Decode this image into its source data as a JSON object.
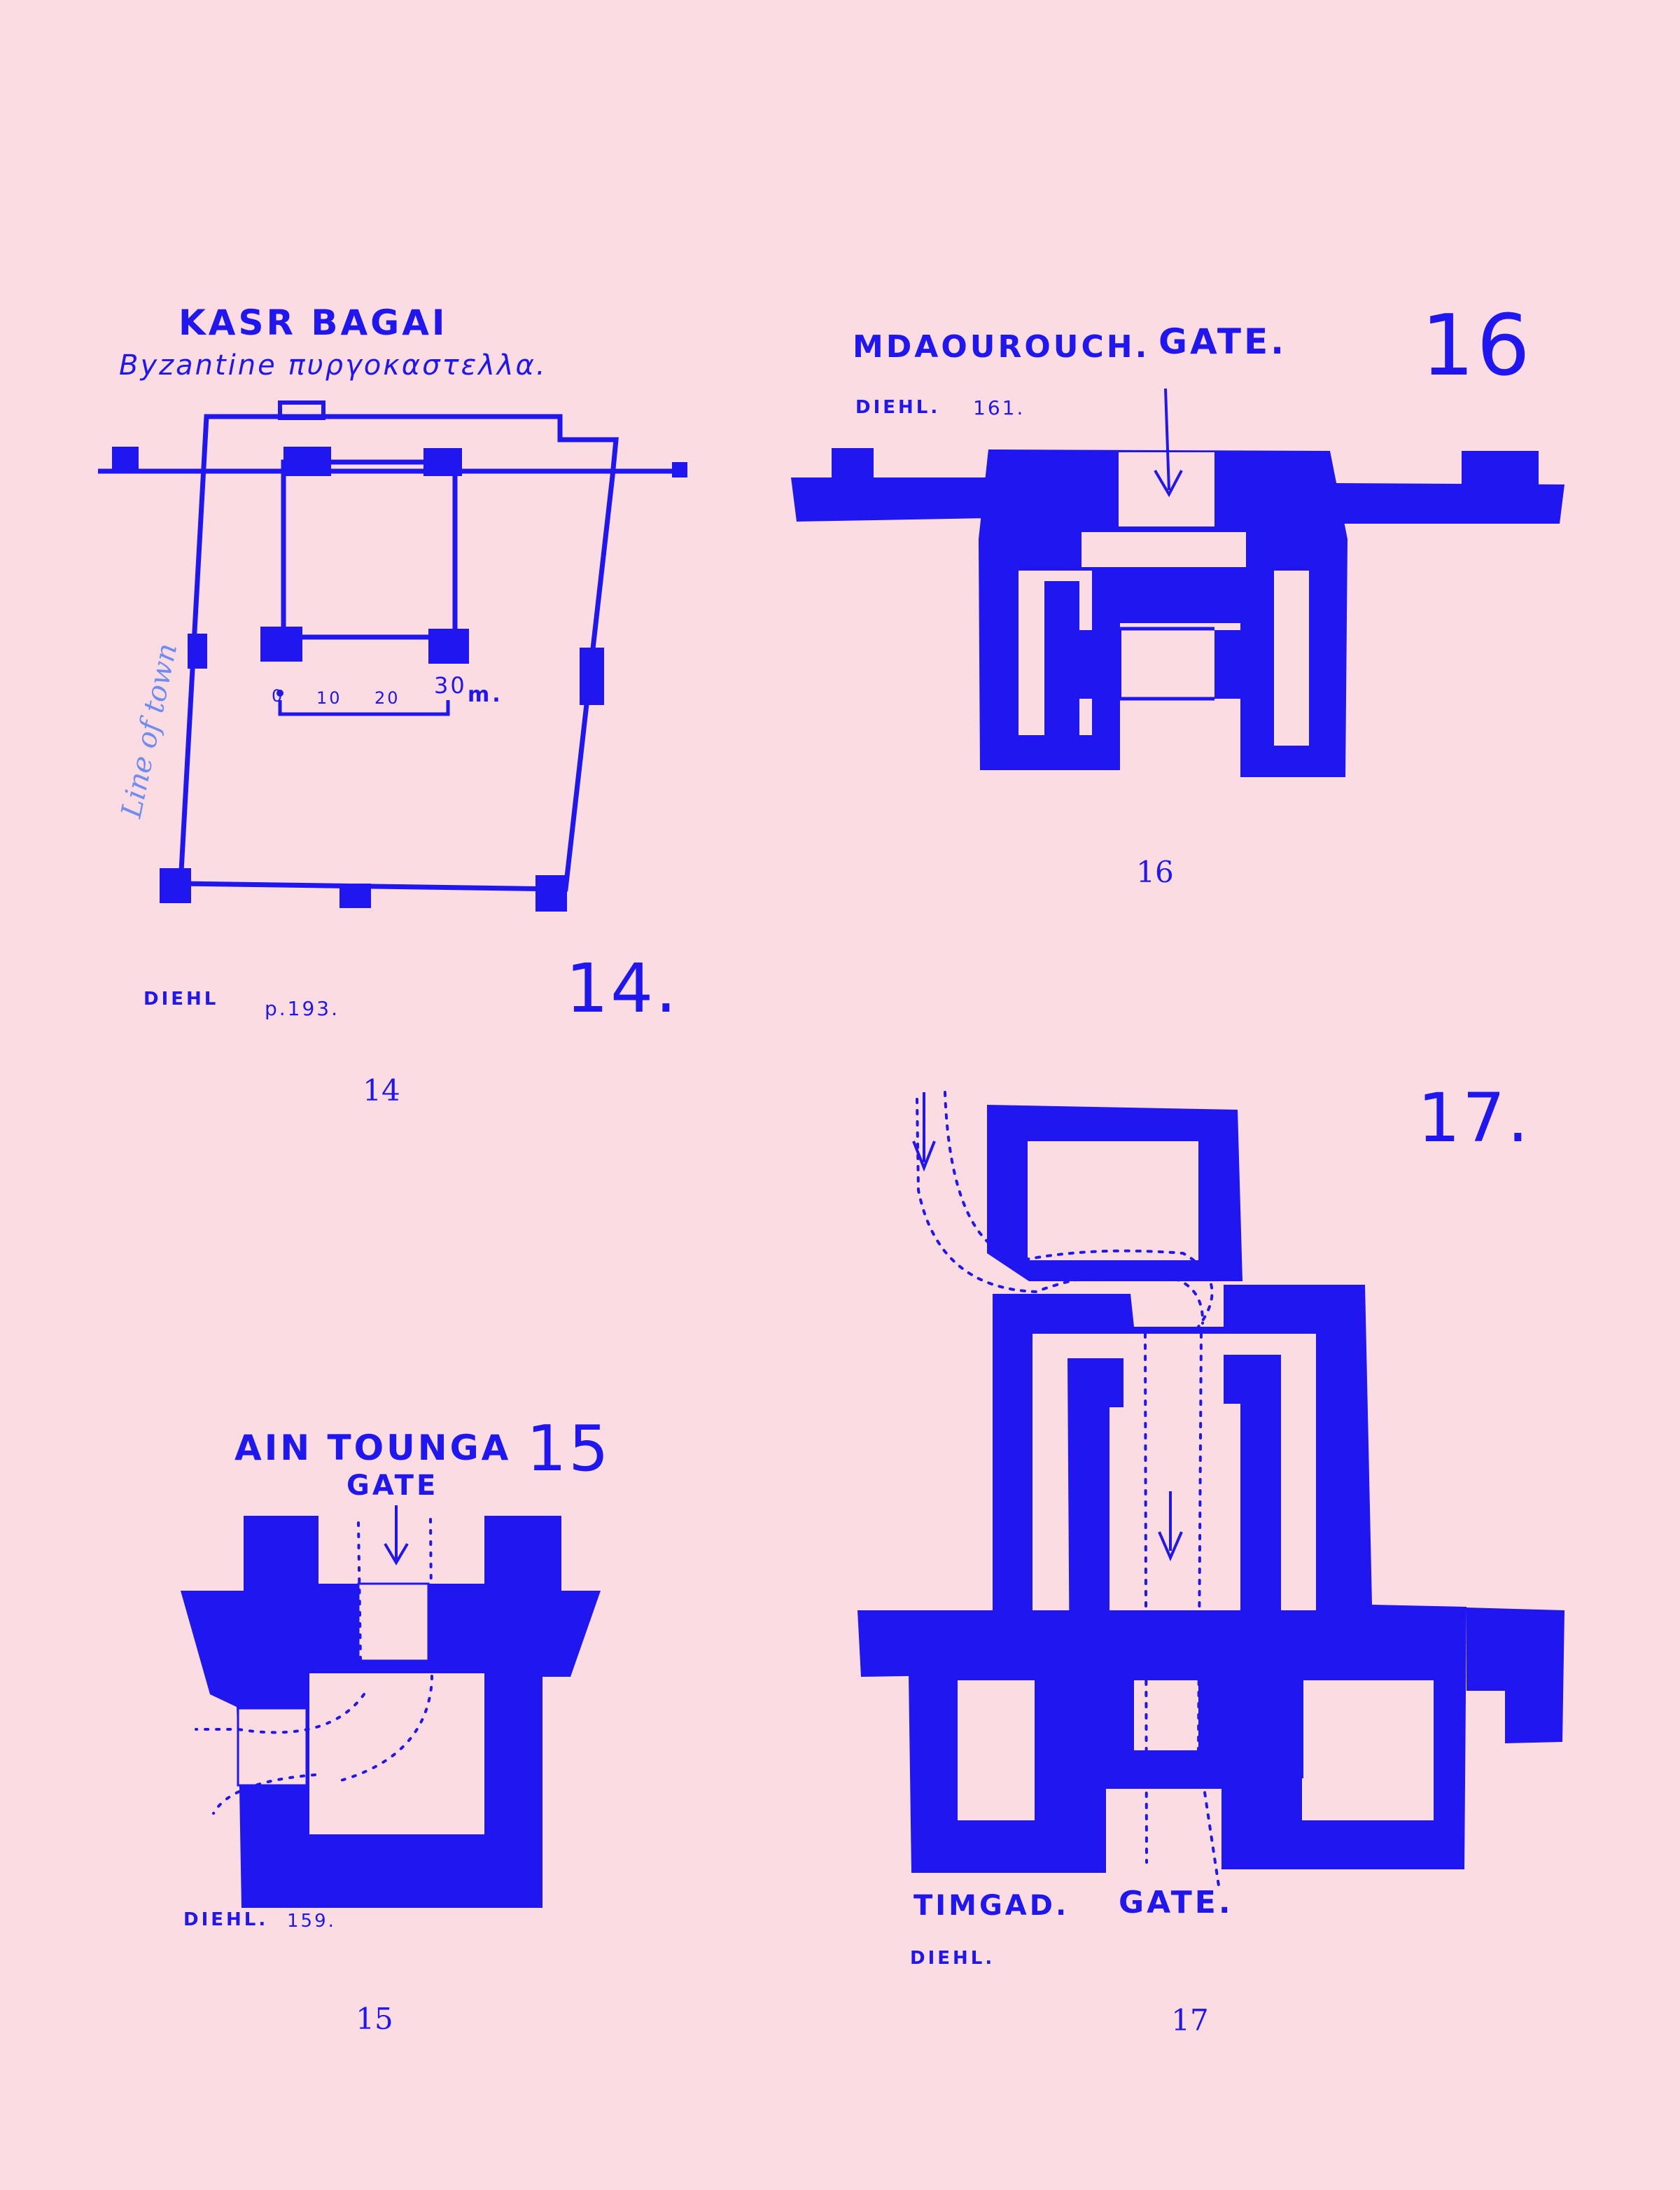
{
  "colors": {
    "background": "#fadce2",
    "ink": "#1f16f0"
  },
  "figures": [
    {
      "number_label": "14",
      "handwritten_number": "14.",
      "title": "KASR BAGAI",
      "subtitle": "Byzantine πυργοκαστελλα.",
      "source": "DIEHL",
      "page_ref": "p.193.",
      "margin_note": "Line of town",
      "scale": {
        "ticks": [
          "0",
          "10",
          "20",
          "30"
        ],
        "unit": "m."
      }
    },
    {
      "number_label": "16",
      "handwritten_number": "16",
      "title": "MDAOUROUCH.",
      "gate_label": "GATE.",
      "source": "DIEHL.",
      "page_ref": "161."
    },
    {
      "number_label": "15",
      "handwritten_number": "15",
      "title": "AIN TOUNGA",
      "gate_label": "GATE",
      "source": "DIEHL.",
      "page_ref": "159."
    },
    {
      "number_label": "17",
      "handwritten_number": "17.",
      "title": "TIMGAD.",
      "gate_label": "GATE.",
      "source": "DIEHL."
    }
  ]
}
